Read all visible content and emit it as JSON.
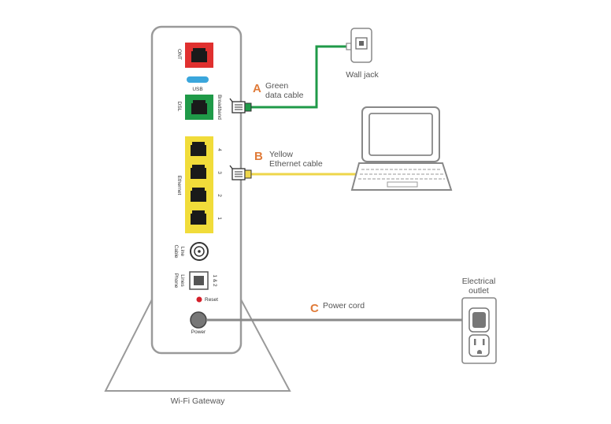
{
  "gateway": {
    "name": "Wi-Fi Gateway",
    "ports": {
      "ont": "ONT",
      "usb": "USB",
      "dsl": "DSL",
      "broadband": "Broadband",
      "ethernet": "Ethernet",
      "ethernet_numbers": [
        "4",
        "3",
        "2",
        "1"
      ],
      "cable_line_1": "Cable",
      "cable_line_2": "Line",
      "phone_lines_1": "Phone",
      "phone_lines_2": "Lines",
      "phone_numbers": "1 & 2",
      "reset": "Reset",
      "power": "Power"
    }
  },
  "callouts": {
    "a": {
      "letter": "A",
      "line1": "Green",
      "line2": "data cable"
    },
    "b": {
      "letter": "B",
      "line1": "Yellow",
      "line2": "Ethernet cable"
    },
    "c": {
      "letter": "C",
      "line1": "Power cord"
    }
  },
  "wall_jack": {
    "label": "Wall jack"
  },
  "outlet": {
    "line1": "Electrical",
    "line2": "outlet"
  },
  "colors": {
    "ont_port": "#e0302f",
    "dsl_port": "#1f9a48",
    "ethernet_block": "#f1dc3a",
    "usb_port": "#3aa6dc",
    "green_cable": "#1f9a48",
    "yellow_cable": "#eed64a",
    "power_cord": "#8a8a8a",
    "callout_letter": "#e07b39",
    "reset_dot": "#d4202a",
    "outline": "#8c8c8c"
  }
}
